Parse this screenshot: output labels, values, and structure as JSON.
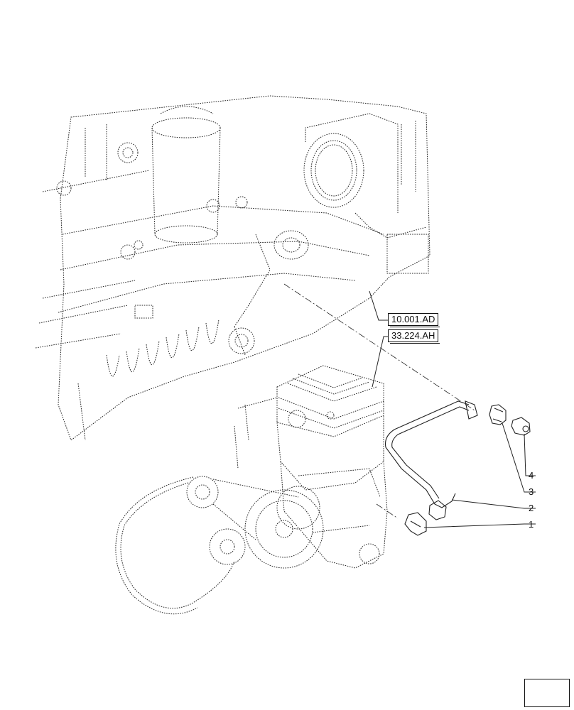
{
  "references": [
    {
      "id": "ref-top",
      "text": "10.001.AD"
    },
    {
      "id": "ref-bottom",
      "text": "33.224.AH"
    }
  ],
  "callouts": [
    {
      "label": "1"
    },
    {
      "label": "2"
    },
    {
      "label": "3"
    },
    {
      "label": "4"
    }
  ],
  "icons": [
    "nav-arrow-icon"
  ]
}
